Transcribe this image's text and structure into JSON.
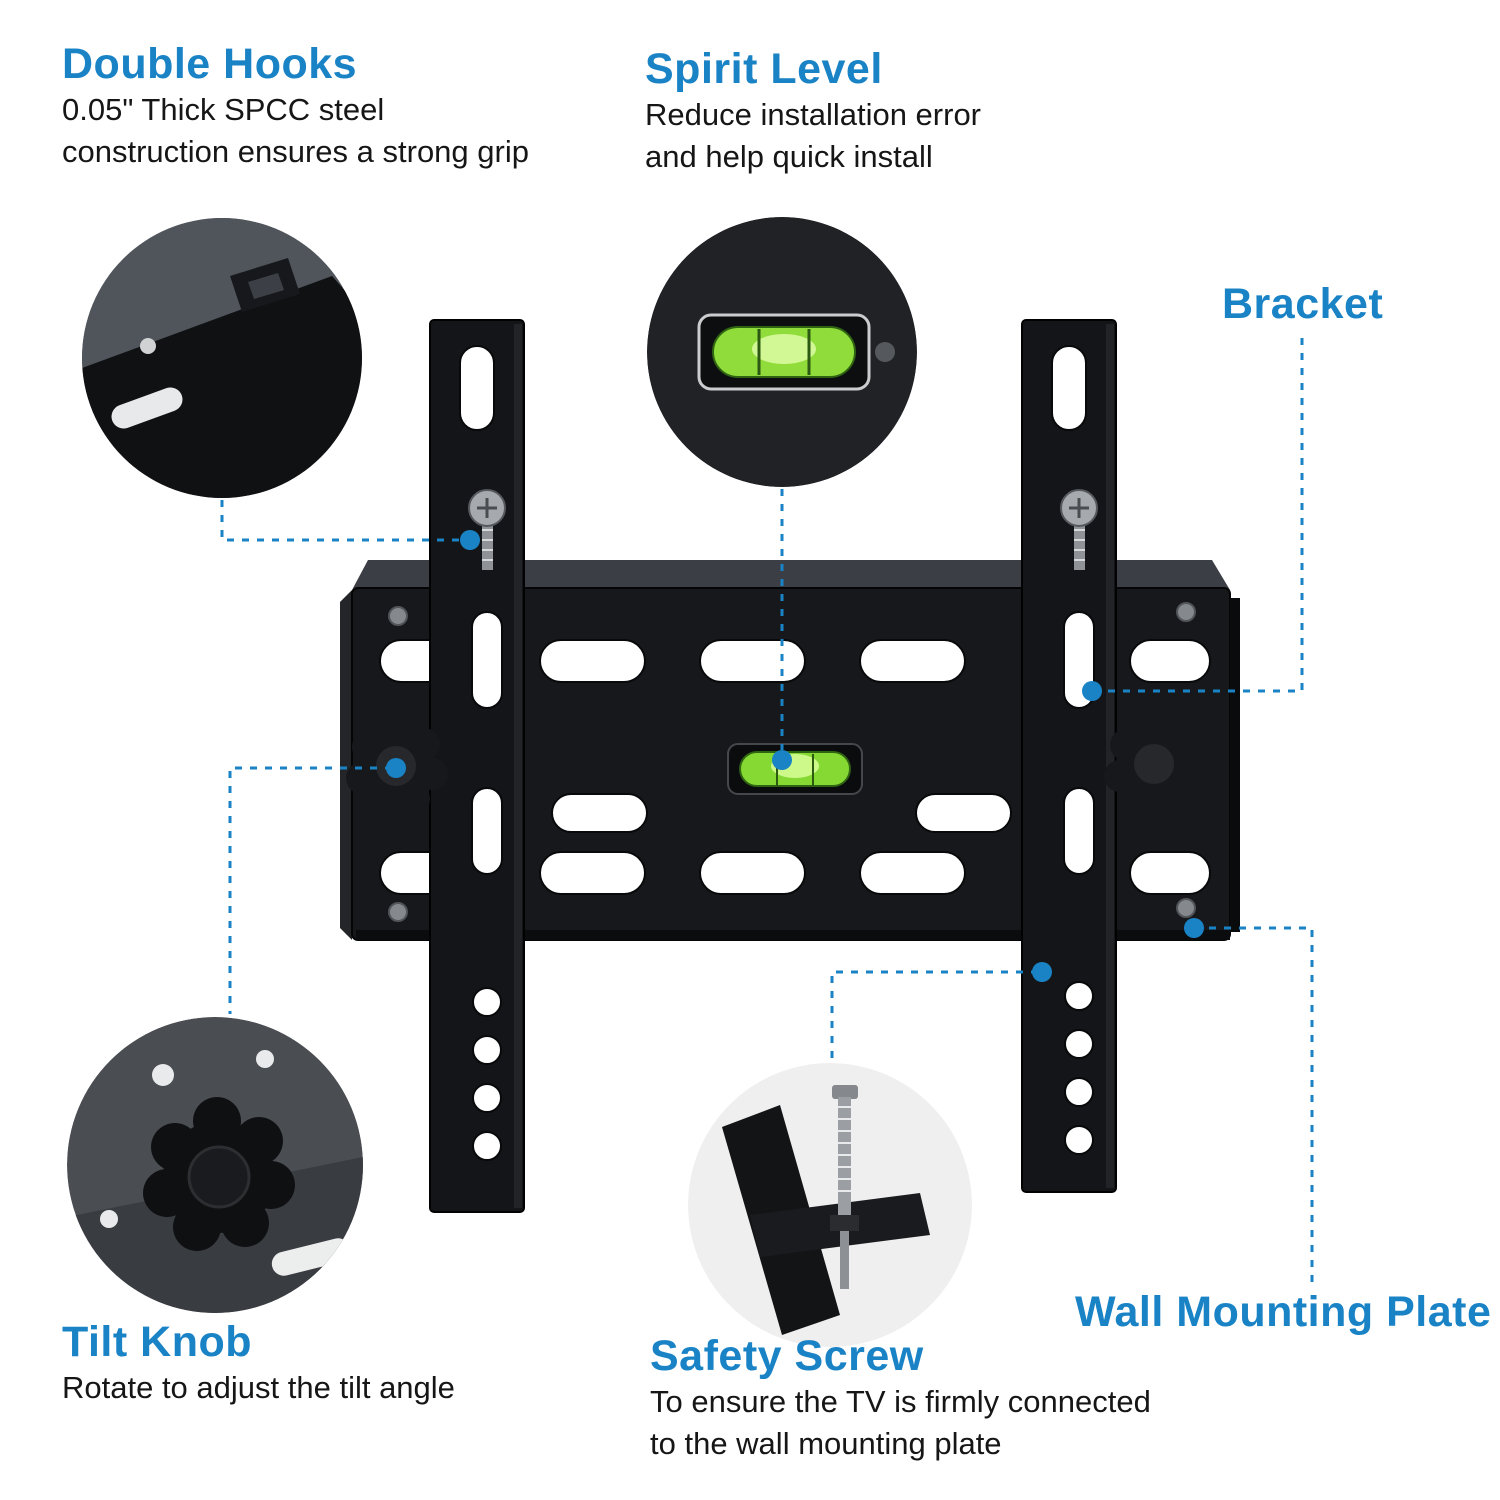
{
  "accent_color": "#1a83c6",
  "background_color": "#ffffff",
  "product": "Tilting TV wall mount bracket",
  "callouts": {
    "double_hooks": {
      "title": "Double Hooks",
      "desc_line1": "0.05\" Thick SPCC steel",
      "desc_line2": "construction ensures a strong grip"
    },
    "spirit_level": {
      "title": "Spirit Level",
      "desc_line1": "Reduce installation error",
      "desc_line2": "and help quick install"
    },
    "bracket": {
      "title": "Bracket"
    },
    "tilt_knob": {
      "title": "Tilt Knob",
      "desc_line1": "Rotate to adjust the tilt angle"
    },
    "safety_screw": {
      "title": "Safety Screw",
      "desc_line1": "To ensure the TV is firmly connected",
      "desc_line2": "to the wall mounting plate"
    },
    "wall_mounting_plate": {
      "title": "Wall Mounting Plate"
    }
  }
}
